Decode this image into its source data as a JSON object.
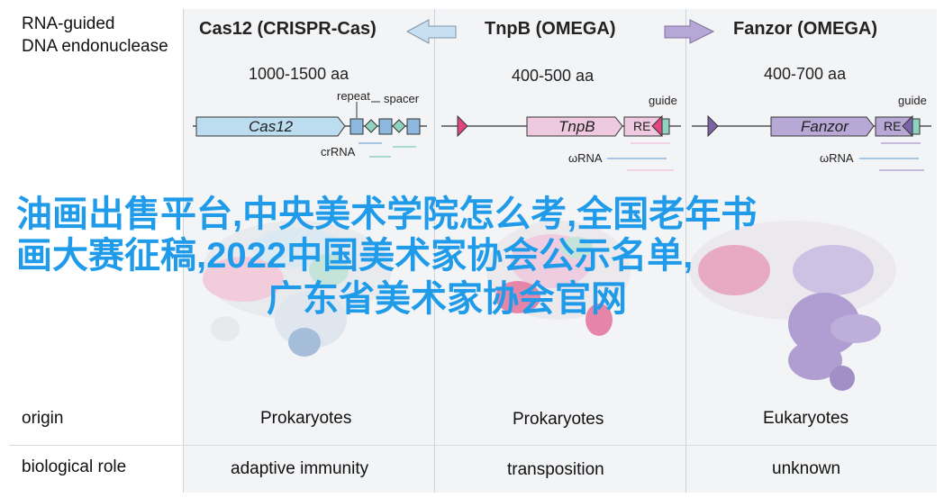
{
  "row_header": {
    "line1": "RNA-guided",
    "line2": "DNA endonuclease"
  },
  "columns": [
    {
      "name": "Cas12 (CRISPR-Cas)",
      "size": "1000-1500 aa",
      "domain_label": "Cas12",
      "origin": "Prokaryotes",
      "role": "adaptive immunity"
    },
    {
      "name": "TnpB (OMEGA)",
      "size": "400-500 aa",
      "domain_label": "TnpB",
      "origin": "Prokaryotes",
      "role": "transposition"
    },
    {
      "name": "Fanzor (OMEGA)",
      "size": "400-700 aa",
      "domain_label": "Fanzor",
      "origin": "Eukaryotes",
      "role": "unknown"
    }
  ],
  "annotations": {
    "repeat": "repeat",
    "spacer": "spacer",
    "crrna": "crRNA",
    "guide": "guide",
    "re": "RE",
    "omega_rna": "ωRNA"
  },
  "rows": {
    "origin": "origin",
    "role": "biological role"
  },
  "overlay_text": {
    "line1": "油画出售平台,中央美术学院怎么考,全国老年书",
    "line2": "画大赛征稿,2022中国美术家协会公示名单,",
    "line3": "广东省美术家协会官网"
  },
  "colors": {
    "cas12_box": "#bcdcf0",
    "tnpb_box": "#efc9df",
    "fanzor_box": "#b8a8d6",
    "repeat_box": "#8fb8de",
    "spacer_diamond": "#8fd2bf",
    "arrow_left": "#c8dff2",
    "arrow_right": "#b7a7d6",
    "overlay": "#1f9bea"
  }
}
